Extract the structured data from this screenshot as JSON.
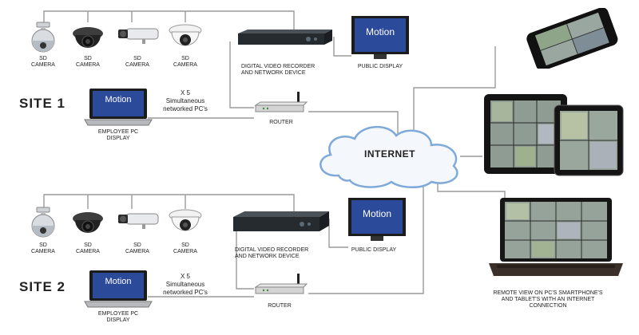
{
  "site1": {
    "title": "SITE 1",
    "cameras": [
      {
        "type": "ptz",
        "line1": "SD",
        "line2": "CAMERA"
      },
      {
        "type": "dome-dark",
        "line1": "SD",
        "line2": "CAMERA"
      },
      {
        "type": "bullet",
        "line1": "SD",
        "line2": "CAMERA"
      },
      {
        "type": "dome-white",
        "line1": "SD",
        "line2": "CAMERA"
      }
    ],
    "dvr": {
      "line1": "DIGITAL VIDEO RECORDER",
      "line2": "AND NETWORK DEVICE"
    },
    "public_display": {
      "label": "PUBLIC DISPLAY",
      "screen_text": "Motion"
    },
    "employee_pc": {
      "line1": "EMPLOYEE PC",
      "line2": "DISPLAY",
      "screen_text": "Motion"
    },
    "simultaneous": {
      "line1": "X 5",
      "line2": "Simultaneous",
      "line3": "networked PC's"
    },
    "router": {
      "label": "ROUTER"
    }
  },
  "site2": {
    "title": "SITE 2",
    "cameras": [
      {
        "type": "ptz",
        "line1": "SD",
        "line2": "CAMERA"
      },
      {
        "type": "dome-dark",
        "line1": "SD",
        "line2": "CAMERA"
      },
      {
        "type": "bullet",
        "line1": "SD",
        "line2": "CAMERA"
      },
      {
        "type": "dome-white",
        "line1": "SD",
        "line2": "CAMERA"
      }
    ],
    "dvr": {
      "line1": "DIGITAL VIDEO RECORDER",
      "line2": "AND NETWORK DEVICE"
    },
    "public_display": {
      "label": "PUBLIC DISPLAY",
      "screen_text": "Motion"
    },
    "employee_pc": {
      "line1": "EMPLOYEE PC",
      "line2": "DISPLAY",
      "screen_text": "Motion"
    },
    "simultaneous": {
      "line1": "X 5",
      "line2": "Simultaneous",
      "line3": "networked PC's"
    },
    "router": {
      "label": "ROUTER"
    }
  },
  "internet": {
    "label": "INTERNET"
  },
  "remote": {
    "line1": "REMOTE VIEW ON PC'S SMARTPHONE'S",
    "line2": "AND TABLET'S WITH AN INTERNET",
    "line3": "CONNECTION"
  },
  "colors": {
    "wire": "#9a9a9a",
    "cloud_edge": "#7fa9d8",
    "cloud_fill": "#f4f8fd",
    "screen_blue": "#2c4a9a"
  }
}
